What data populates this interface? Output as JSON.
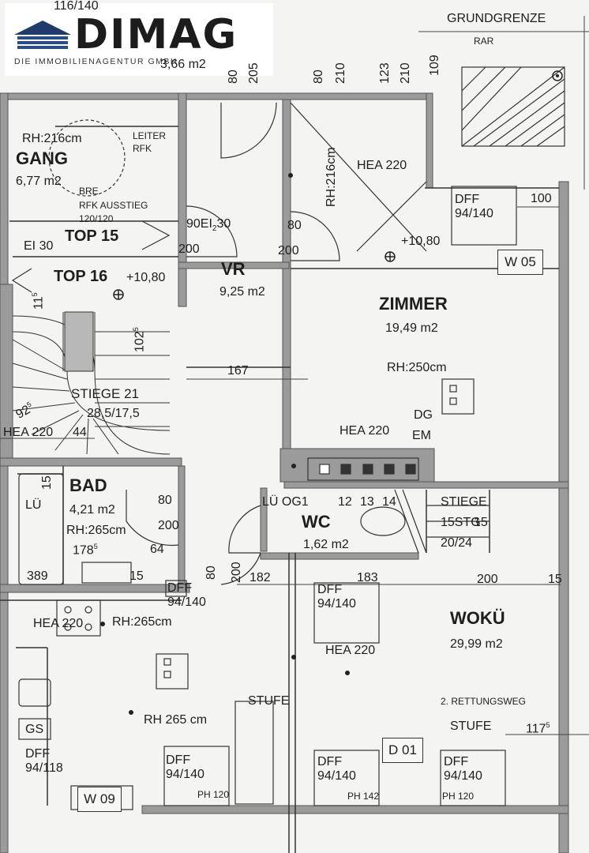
{
  "logo": {
    "wordmark": "DIMAG",
    "tagline": "DIE IMMOBILIENAGENTUR GMBH",
    "icon": "building-logo-icon"
  },
  "rooms": {
    "gang": {
      "name": "GANG",
      "area": "6,77 m2",
      "height": "RH:216cm"
    },
    "vr": {
      "name": "VR",
      "area": "9,25 m2"
    },
    "zimmer": {
      "name": "ZIMMER",
      "area": "19,49 m2",
      "height": "RH:250cm"
    },
    "bad": {
      "name": "BAD",
      "area": "4,21 m2",
      "height": "RH:265cm"
    },
    "wc": {
      "name": "WC",
      "area": "1,62 m2"
    },
    "woku": {
      "name": "WOKÜ",
      "area": "29,99 m2"
    },
    "balkon": {
      "area": "3,66 m2"
    },
    "stiege21": {
      "name": "STIEGE 21",
      "steps": "28,5/17,5"
    }
  },
  "labels": {
    "grundgrenze": "GRUNDGRENZE",
    "rar": "RAR",
    "leiter": "LEITER",
    "rfk": "RFK",
    "bre": "BRE",
    "rfk_ausstieg": "RFK AUSSTIEG",
    "ausstieg_size": "120/120",
    "top15": "TOP 15",
    "top16": "TOP 16",
    "ei30_door": "90EI‌230",
    "ei30": "EI 30",
    "hea220": "HEA 220",
    "level_1080": "+10,80",
    "dg": "DG",
    "em": "EM",
    "stiege": "STIEGE",
    "stiege_stg": "15STG",
    "stiege_size": "20/24",
    "lu": "LÜ",
    "lu_og1": "LÜ OG1",
    "stufe": "STUFE",
    "rettungsweg": "2. RETTUNGSWEG",
    "rh265_woku": "RH 265 cm",
    "rh265_bad": "RH:265cm",
    "gs": "GS"
  },
  "dimensions": {
    "d116_140": "116/140",
    "d109": "109",
    "d123": "123",
    "d210a": "210",
    "d210b": "210",
    "d80a": "80",
    "d205": "205",
    "d80b": "80",
    "d80c": "80",
    "d200a": "200",
    "d200b": "200",
    "d100": "100",
    "d167": "167",
    "d102": "1025",
    "d92": "925",
    "d44": "44",
    "d11": "115",
    "d80d": "80",
    "d200c": "200",
    "d178": "1785",
    "d64": "64",
    "d389": "389",
    "d15a": "15",
    "d15b": "15",
    "d80e": "80",
    "d200d": "200",
    "d182": "182",
    "d183": "183",
    "d200e": "200",
    "d15c": "15",
    "d117": "1175",
    "d12": "12",
    "d13": "13",
    "d14": "14",
    "d15d": "15"
  },
  "windows": {
    "dff_zimmer": "DFF\n94/140",
    "w05": "W 05",
    "dff_vr": "DFF\n94/140",
    "dff_woku_top": "DFF\n94/140",
    "dff_left": "DFF\n94/118",
    "w09": "W 09",
    "dff_b1": "DFF\n94/140",
    "ph_b1": "PH 120",
    "dff_b2": "DFF\n94/140",
    "ph_b2": "PH 142",
    "dff_b3": "DFF\n94/140",
    "ph_b3": "PH 120",
    "d01": "D 01"
  }
}
